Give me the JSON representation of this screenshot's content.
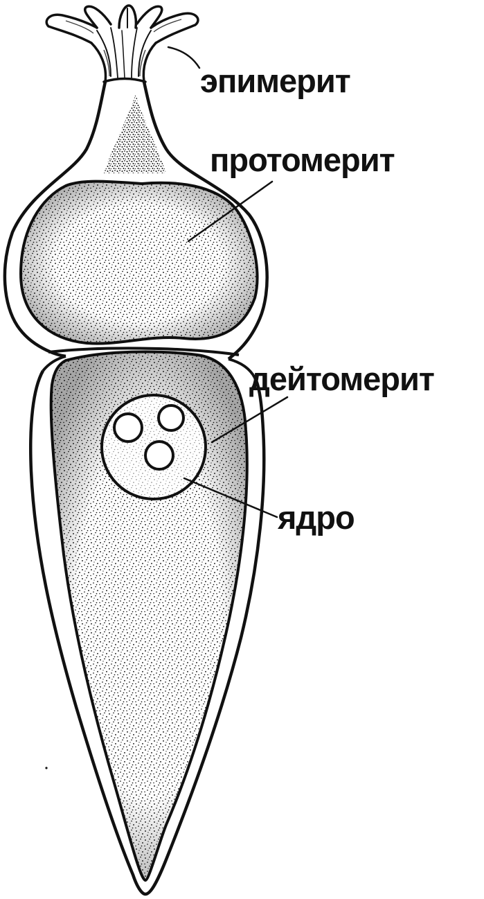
{
  "diagram": {
    "subject": "gregarine",
    "colors": {
      "ink": "#111111",
      "background": "#ffffff"
    },
    "labels": {
      "epimerite": "эпимерит",
      "protomerite": "протомерит",
      "deutomerite": "дейтомерит",
      "nucleus": "ядро"
    }
  }
}
